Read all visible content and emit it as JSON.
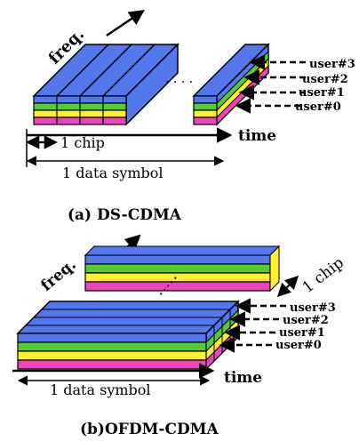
{
  "panel_a": {
    "caption": "(a) DS-CDMA",
    "axis_freq": "freq.",
    "axis_time": "time",
    "chip_label": "1 chip",
    "symbol_label": "1 data symbol",
    "users": [
      "user#3",
      "user#2",
      "user#1",
      "user#0"
    ]
  },
  "panel_b": {
    "caption": "(b)OFDM-CDMA",
    "axis_freq": "freq.",
    "axis_time": "time",
    "chip_label": "1 chip",
    "symbol_label": "1 data symbol",
    "users": [
      "user#3",
      "user#2",
      "user#1",
      "user#0"
    ]
  },
  "colors": {
    "user3": "#5577ee",
    "user2": "#55cc33",
    "user1": "#ffee33",
    "user0": "#ee44bb"
  }
}
